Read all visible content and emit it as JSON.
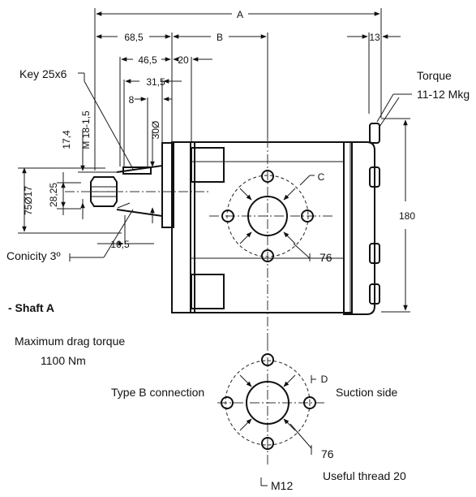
{
  "dimensions": {
    "a": "A",
    "b": "B",
    "d68_5": "68,5",
    "d46_5": "46,5",
    "d20": "20",
    "d31_5": "31,5",
    "d8": "8",
    "d13": "13",
    "d17_4": "17,4",
    "thread_m18": "M 18-1,5",
    "d30": "30Ø",
    "d75": "75Ø17",
    "d28_25": "28,25",
    "d16_5": "16,5",
    "d180": "180",
    "d76_top": "76",
    "d76_bottom": "76",
    "c": "C",
    "d": "D",
    "m12": "M12"
  },
  "labels": {
    "key": "Key 25x6",
    "torque": "Torque",
    "torque_value": "11-12 Mkg",
    "conicity": "Conicity 3º",
    "shaft": "- Shaft A",
    "max_drag": "Maximum drag torque",
    "max_drag_value": "1100 Nm",
    "type_b": "Type B connection",
    "suction": "Suction side",
    "useful_thread": "Useful thread 20"
  },
  "icons": {
    "arrowhead": "arrowhead-icon",
    "bolt": "hex-bolt-icon"
  }
}
